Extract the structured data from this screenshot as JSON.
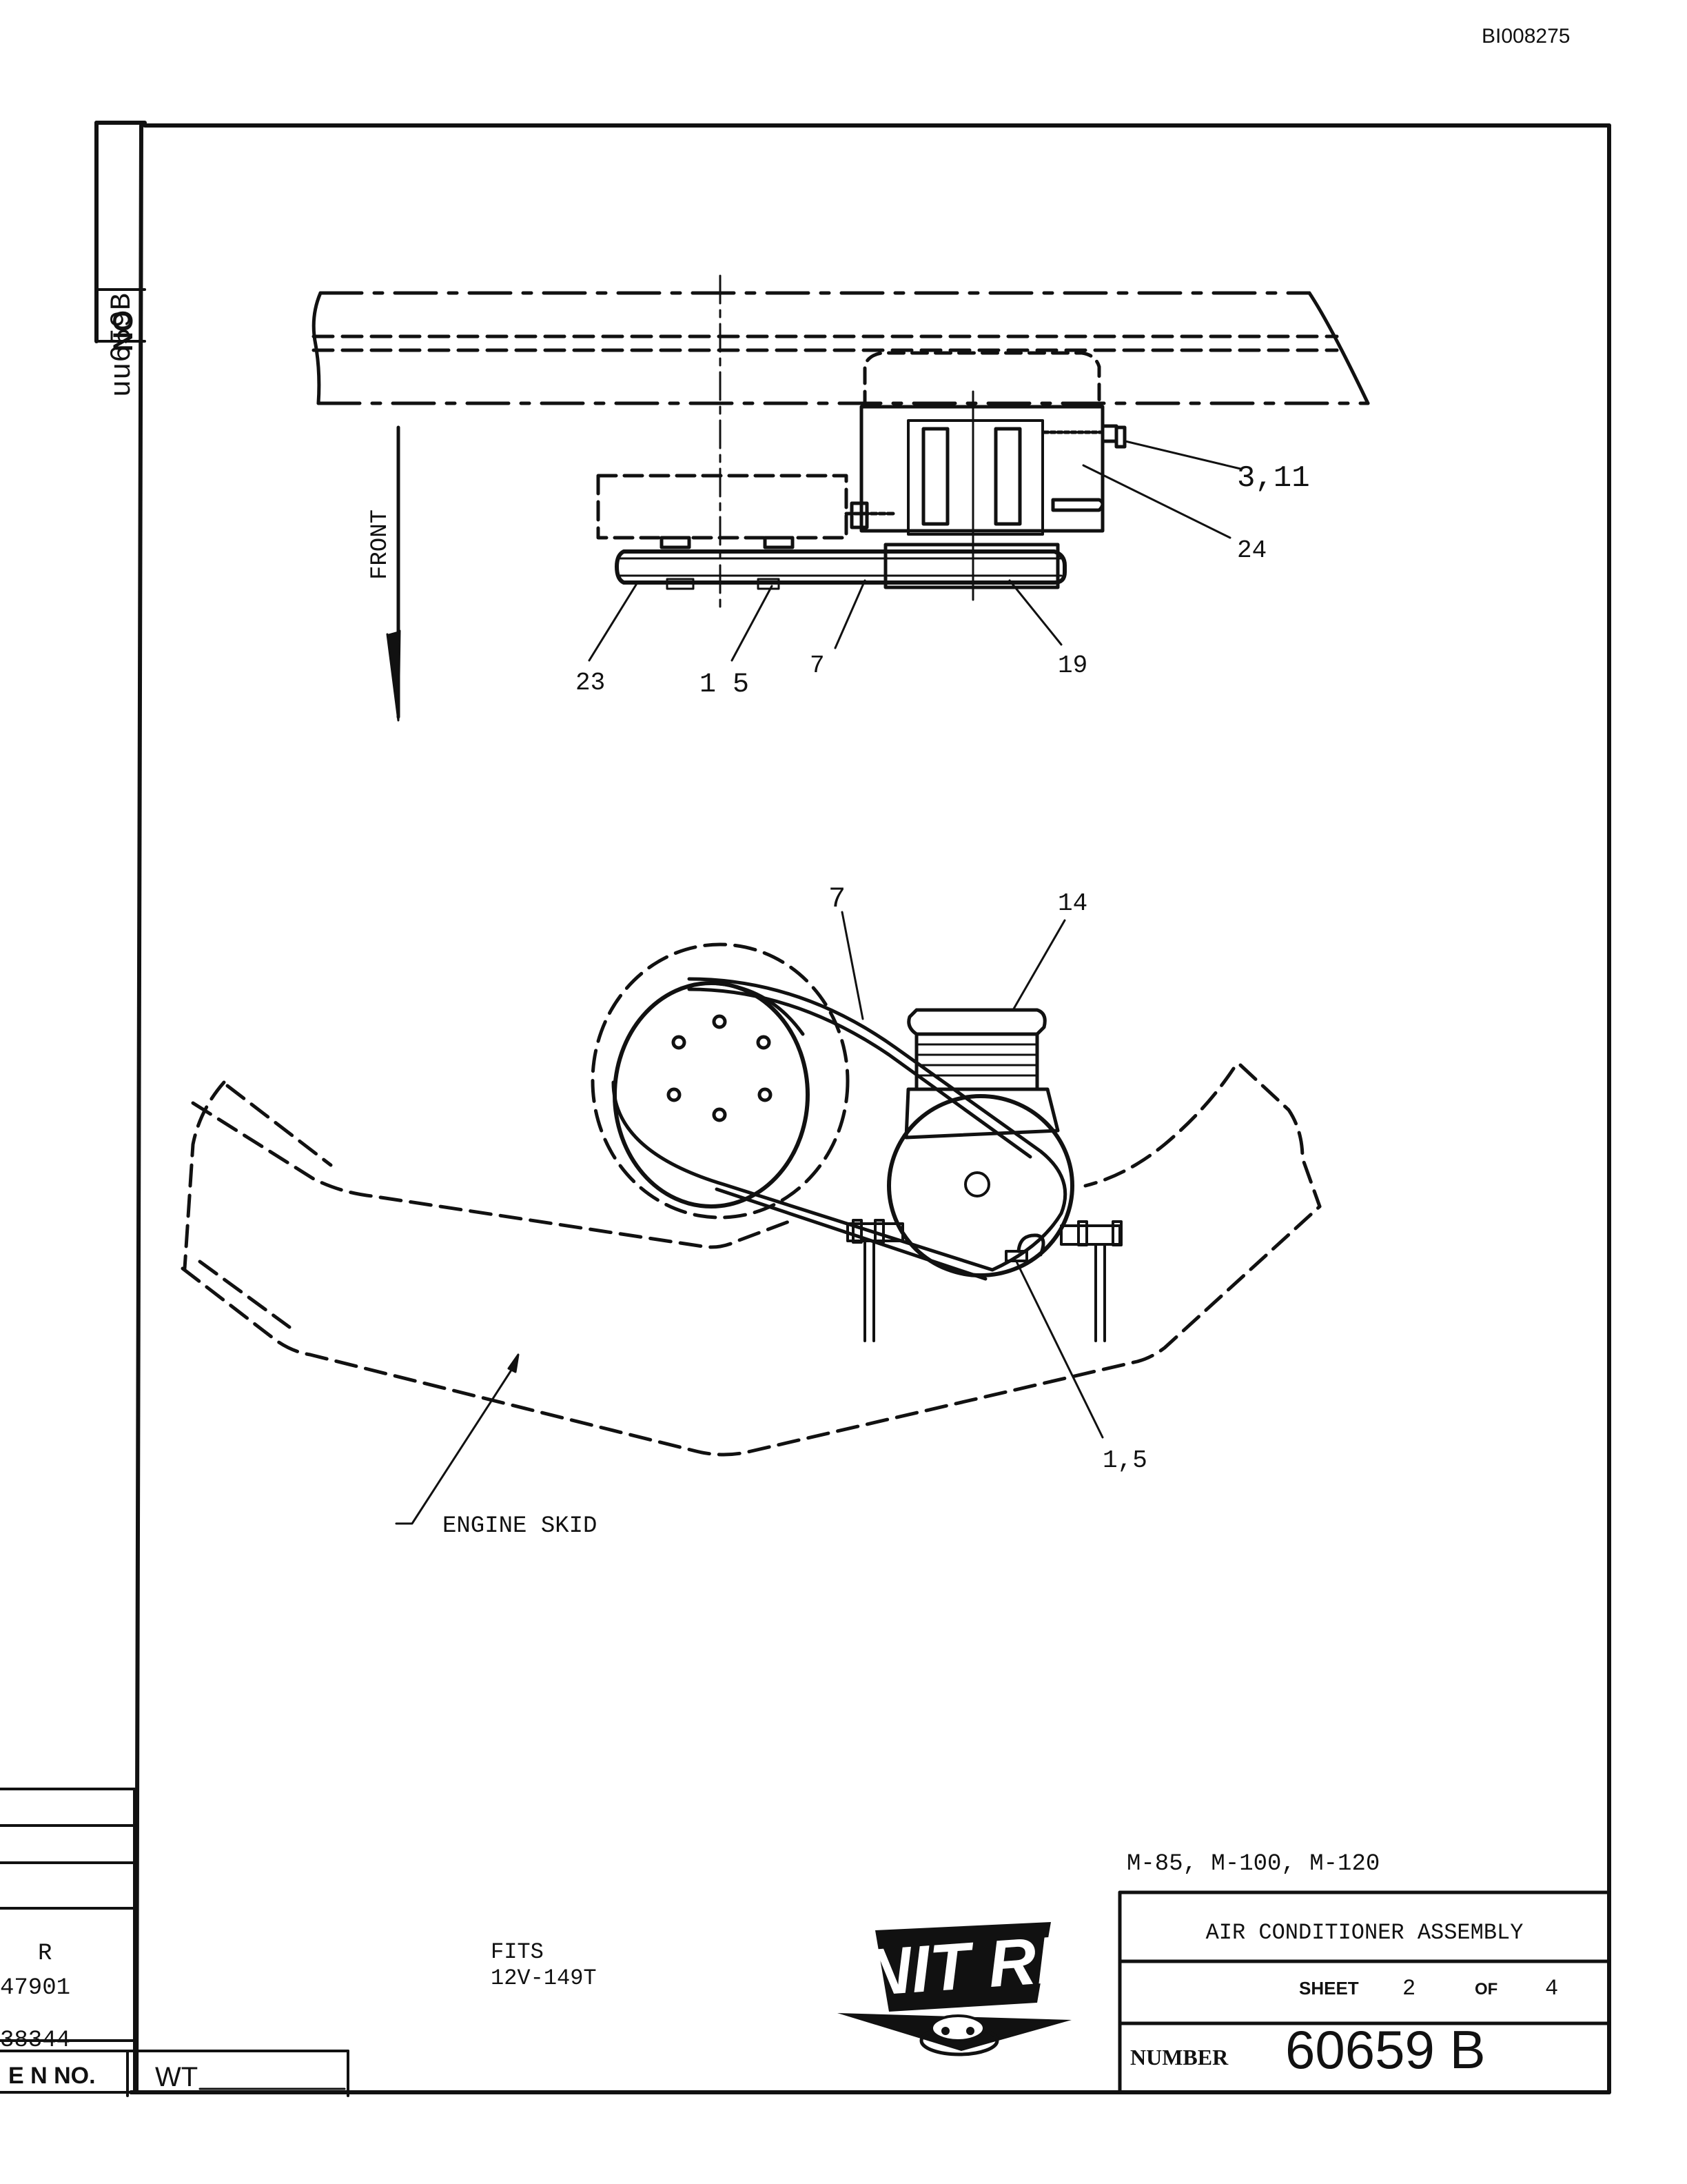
{
  "document_id": "BI008275",
  "side_number": {
    "prefix": "NO",
    "value": "uu659B"
  },
  "direction_label": "FRONT",
  "top_view_callouts": [
    "3,11",
    "24",
    "23",
    "1 5",
    "7",
    "19"
  ],
  "iso_view_callouts": [
    "7",
    "14",
    "1,5"
  ],
  "engine_skid_label": "ENGINE SKID",
  "fits": {
    "line1": "FITS",
    "line2": "12V-149T"
  },
  "models": "M-85, M-100, M-120",
  "title_block": {
    "title": "AIR CONDITIONER ASSEMBLY",
    "sheet_label": "SHEET",
    "sheet_number": "2",
    "of_label": "OF",
    "sheet_total": "4",
    "number_label": "NUMBER",
    "drawing_number": "60659 B"
  },
  "revision_block": {
    "rev_label": "R",
    "ref1": "47901",
    "ref2": "38344",
    "en_no_label": "E N NO.",
    "wt_label": "WT"
  },
  "logo": {
    "text": "UNIT RIG"
  }
}
